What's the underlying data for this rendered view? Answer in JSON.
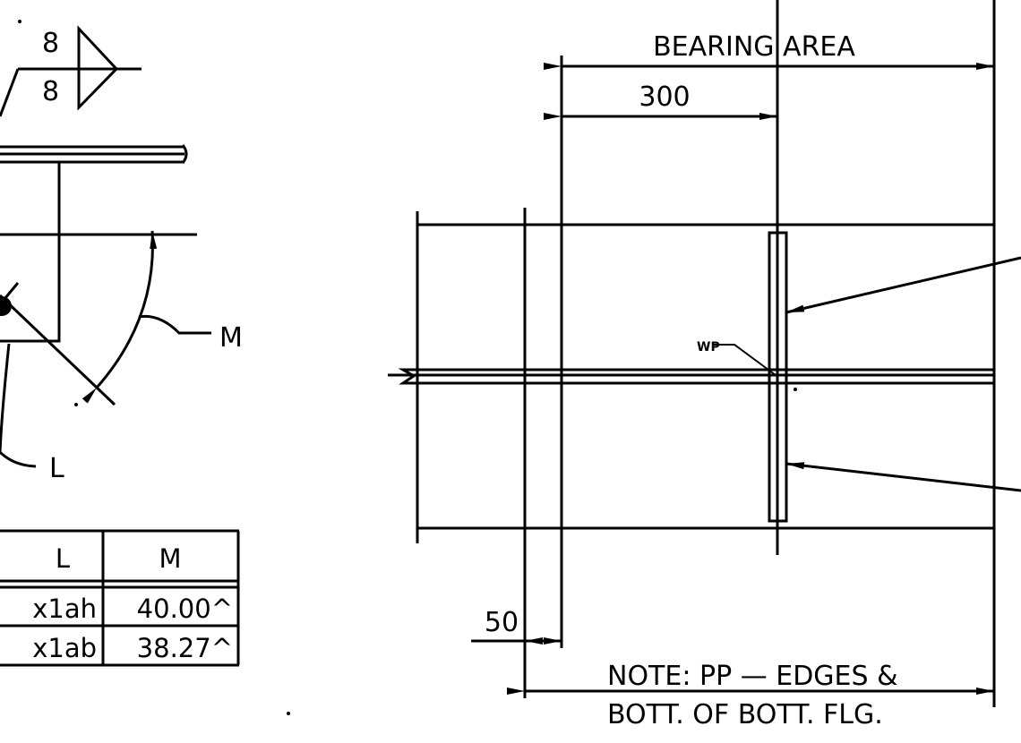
{
  "weld_symbol": {
    "top_size": "8",
    "bottom_size": "8"
  },
  "angle_labels": {
    "M": "M",
    "L": "L"
  },
  "table": {
    "headers": [
      "L",
      "M"
    ],
    "rows": [
      [
        "x1ah",
        "40.00^"
      ],
      [
        "x1ab",
        "38.27^"
      ]
    ]
  },
  "dimensions": {
    "bearing_area": "BEARING AREA",
    "offset_300": "300",
    "offset_50": "50"
  },
  "work_point": "WP",
  "note": {
    "line1": "NOTE: PP — EDGES &",
    "line2": "BOTT. OF BOTT. FLG."
  }
}
